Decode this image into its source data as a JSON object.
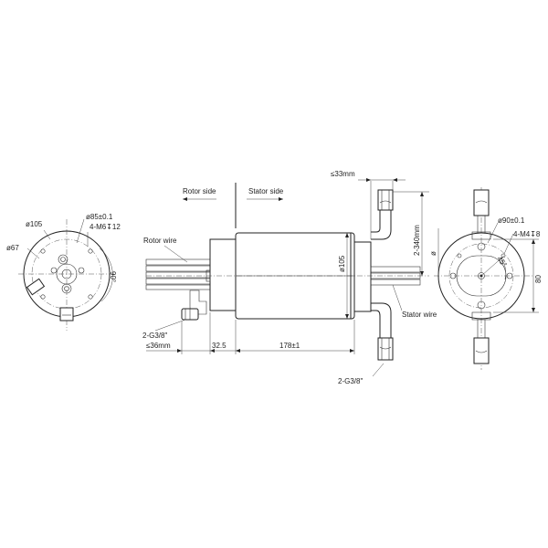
{
  "side_labels": {
    "rotor_side": "Rotor side",
    "stator_side": "Stator side"
  },
  "wire_labels": {
    "rotor_wire": "Rotor wire",
    "stator_wire": "Stator wire"
  },
  "left_view": {
    "dia_outer": "ø105",
    "dia_67": "ø67",
    "dia_pcd": "ø85±0.1",
    "thread": "4-M6↧12",
    "angle": "90°"
  },
  "side_view": {
    "top_offset": "≤33mm",
    "port_count": "2-340mm",
    "body_dia": "ø105",
    "left_port": "2-G3/8\"",
    "bottom_port": "2-G3/8\"",
    "rotor_len": "≤36mm",
    "flange_len": "32.5",
    "body_len": "178±1"
  },
  "right_view": {
    "dia_pcd": "ø90±0.1",
    "thread": "4-M4↧8",
    "angle": "45°",
    "height": "80",
    "small_dia": "ø"
  },
  "colors": {
    "line": "#222222",
    "background": "#ffffff"
  }
}
